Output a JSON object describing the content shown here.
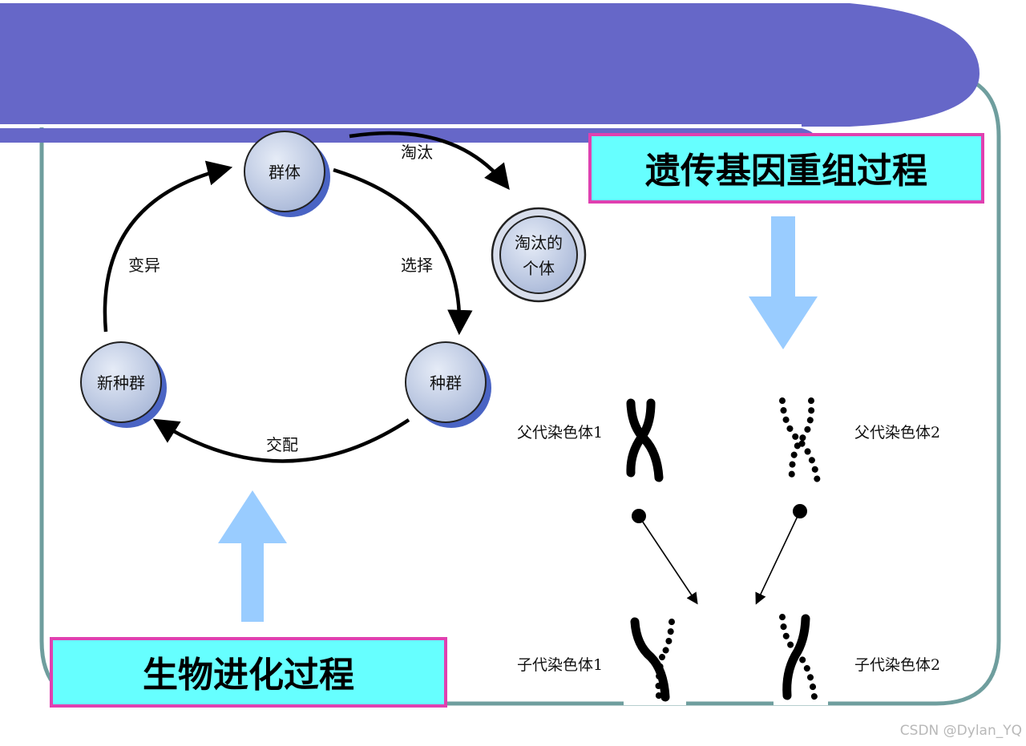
{
  "colors": {
    "banner": "#6667c8",
    "frame": "#6f9e9e",
    "label_fill": "#66ffff",
    "label_border": "#e040b0",
    "big_arrow": "#99ccff",
    "node_fill": "#c3cfe6",
    "node_shadow": "#4a64c4"
  },
  "evolution": {
    "nodes": {
      "population": "群体",
      "species": "种群",
      "new_population": "新种群",
      "eliminated_line1": "淘汰的",
      "eliminated_line2": "个体"
    },
    "edges": {
      "eliminate": "淘汰",
      "select": "选择",
      "crossover": "交配",
      "mutate": "变异"
    },
    "title": "生物进化过程"
  },
  "genetics": {
    "title": "遗传基因重组过程",
    "parent1": "父代染色体1",
    "parent2": "父代染色体2",
    "child1": "子代染色体1",
    "child2": "子代染色体2"
  },
  "watermark": "CSDN @Dylan_YQ"
}
